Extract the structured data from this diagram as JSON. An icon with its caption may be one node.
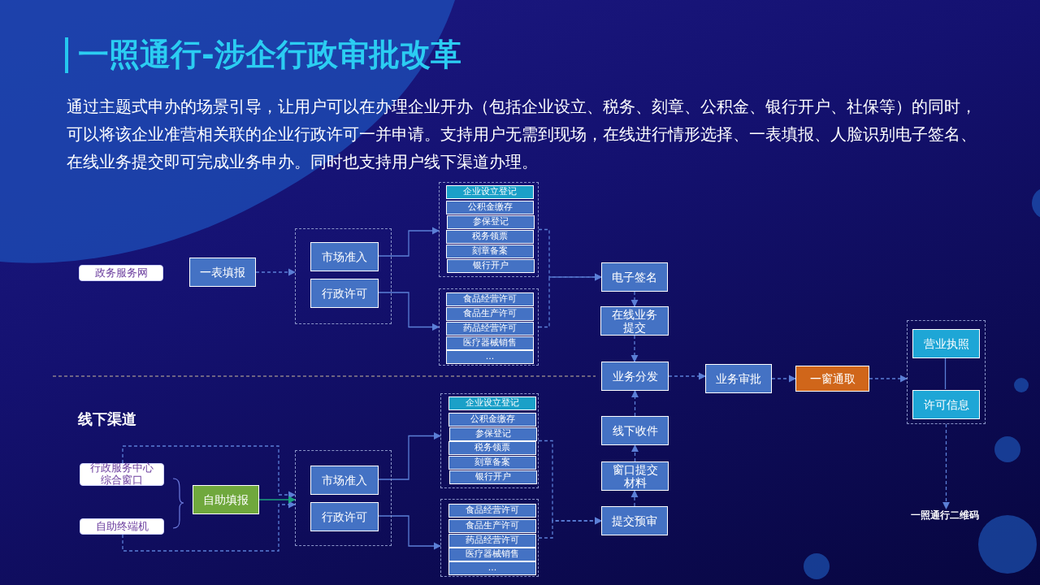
{
  "diagram": {
    "title": "一照通行-涉企行政审批改革",
    "nodes": [
      {
        "text": [
          "政务服务网"
        ]
      },
      {
        "text": [
          "一表填报"
        ]
      },
      {
        "text": [],
        "shape": "box"
      },
      {
        "text": [
          "市场准入"
        ],
        "in": 2
      },
      {
        "text": [
          "行政许可"
        ],
        "in": 2
      },
      {
        "text": [],
        "shape": "box"
      },
      {
        "text": [
          "企业设立登记"
        ],
        "in": 5
      },
      {
        "text": [
          "公积金缴存"
        ],
        "in": 5
      },
      {
        "text": [
          "参保登记"
        ],
        "in": 5
      },
      {
        "text": [
          "税务领票"
        ],
        "in": 5
      },
      {
        "text": [
          "刻章备案"
        ],
        "in": 5
      },
      {
        "text": [
          "银行开户"
        ],
        "in": 5
      },
      {
        "text": [],
        "shape": "box"
      },
      {
        "text": [
          "食品经营许可"
        ],
        "in": 12
      },
      {
        "text": [
          "食品生产许可"
        ],
        "in": 12
      },
      {
        "text": [
          "药品经营许可"
        ],
        "in": 12
      },
      {
        "text": [
          "医疗器械销售"
        ],
        "in": 12
      },
      {
        "text": [
          "..."
        ],
        "in": 12
      },
      {
        "text": [
          "电子签名"
        ]
      },
      {
        "text": [
          "在线业务提交"
        ]
      },
      {
        "text": [
          "业务分发"
        ]
      },
      {
        "text": [
          "业务审批"
        ]
      },
      {
        "text": [
          "一窗通取"
        ]
      },
      {
        "text": [],
        "shape": "box"
      },
      {
        "text": [
          "营业执照"
        ],
        "in": 23
      },
      {
        "text": [
          "许可信息"
        ],
        "in": 23
      },
      {
        "text": [
          "一照通行二维码"
        ]
      },
      {
        "text": [
          "行政服务中心综合窗口"
        ]
      },
      {
        "text": [
          "自助终端机"
        ]
      },
      {
        "text": [
          "自助填报"
        ]
      },
      {
        "text": [],
        "shape": "box"
      },
      {
        "text": [
          "市场准入"
        ],
        "in": 30
      },
      {
        "text": [
          "行政许可"
        ],
        "in": 30
      },
      {
        "text": [],
        "shape": "box"
      },
      {
        "text": [
          "企业设立登记"
        ],
        "in": 33
      },
      {
        "text": [
          "公积金缴存"
        ],
        "in": 33
      },
      {
        "text": [
          "参保登记"
        ],
        "in": 33
      },
      {
        "text": [
          "税务领票"
        ],
        "in": 33
      },
      {
        "text": [
          "刻章备案"
        ],
        "in": 33
      },
      {
        "text": [
          "银行开户"
        ],
        "in": 33
      },
      {
        "text": [],
        "shape": "box"
      },
      {
        "text": [
          "食品经营许可"
        ],
        "in": 40
      },
      {
        "text": [
          "食品生产许可"
        ],
        "in": 40
      },
      {
        "text": [
          "药品经营许可"
        ],
        "in": 40
      },
      {
        "text": [
          "医疗器械销售"
        ],
        "in": 40
      },
      {
        "text": [
          "..."
        ],
        "in": 40
      },
      {
        "text": [
          "提交预审"
        ]
      },
      {
        "text": [
          "窗口提交材料"
        ]
      },
      {
        "text": [
          "线下收件"
        ]
      }
    ],
    "edges": [
      {
        "from": 1,
        "to": 2,
        "arrow": "to",
        "style": "dashed"
      },
      {
        "from": 3,
        "to": 5,
        "arrow": "to"
      },
      {
        "from": 4,
        "to": 12,
        "arrow": "to"
      },
      {
        "from": 5,
        "to": 18,
        "arrow": "to",
        "style": "dashed"
      },
      {
        "from": 12,
        "to": 18,
        "arrow": "to",
        "style": "dashed"
      },
      {
        "from": 18,
        "to": 19,
        "arrow": "to",
        "style": "dashed"
      },
      {
        "from": 19,
        "to": 20,
        "arrow": "to",
        "style": "dashed"
      },
      {
        "from": 20,
        "to": 21,
        "arrow": "to",
        "style": "dashed"
      },
      {
        "from": 21,
        "to": 22,
        "arrow": "to",
        "style": "dashed"
      },
      {
        "from": 22,
        "to": 23,
        "arrow": "to",
        "style": "dashed"
      },
      {
        "from": 24,
        "to": 25,
        "arrow": "none"
      },
      {
        "from": 23,
        "to": 26,
        "arrow": "to",
        "style": "dashed"
      },
      {
        "from": 27,
        "to": 30,
        "arrow": "to",
        "style": "dashed"
      },
      {
        "from": 28,
        "to": 30,
        "arrow": "to",
        "style": "dashed"
      },
      {
        "from": 29,
        "to": 30,
        "arrow": "to",
        "color": "#1ba37c"
      },
      {
        "from": 31,
        "to": 33,
        "arrow": "to"
      },
      {
        "from": 32,
        "to": 40,
        "arrow": "to"
      },
      {
        "from": 33,
        "to": 46,
        "arrow": "to",
        "style": "dashed"
      },
      {
        "from": 40,
        "to": 46,
        "arrow": "to",
        "style": "dashed"
      },
      {
        "from": 46,
        "to": 47,
        "arrow": "to",
        "style": "dashed"
      },
      {
        "from": 47,
        "to": 48,
        "arrow": "to",
        "style": "dashed"
      },
      {
        "from": 48,
        "to": 20,
        "arrow": "to",
        "style": "dashed"
      }
    ],
    "labels": [
      "通过主题式申办的场景引导，让用户可以在办理企业开办（包括企业设立、税务、刻章、公积金、银行开户、社保等）的同时，可以将该企业准营相关联的企业行政许可一并申请。支持用户无需到现场，在线进行情形选择、一表填报、人脸识别电子签名、在线业务提交即可完成业务申办。同时也支持用户线下渠道办理。",
      "线下渠道"
    ]
  }
}
